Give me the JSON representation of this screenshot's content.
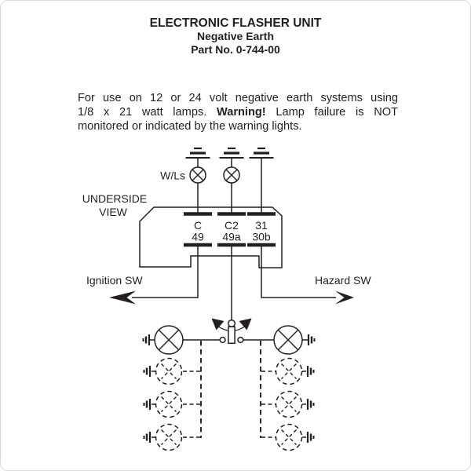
{
  "header": {
    "title": "ELECTRONIC FLASHER UNIT",
    "subtitle": "Negative Earth",
    "part_no": "Part No. 0-744-00"
  },
  "description": {
    "line1": "For use on 12 or 24 volt negative earth systems using",
    "line2_start": "1/8 x 21 watt lamps. ",
    "line2_warning": "Warning!",
    "line2_end": " Lamp failure is NOT",
    "line3": "monitored or indicated by the warning lights."
  },
  "diagram": {
    "warning_lamps_label": "W/Ls",
    "view_label": [
      "UNDERSIDE",
      "VIEW"
    ],
    "ignition_switch_label": "Ignition SW",
    "hazard_switch_label": "Hazard SW",
    "terminals": [
      {
        "name": "C",
        "alt": "49"
      },
      {
        "name": "C2",
        "alt": "49a"
      },
      {
        "name": "31",
        "alt": "30b"
      }
    ]
  },
  "colors": {
    "ink": "#231f20",
    "paper": "#ffffff",
    "frame": "#d8d8d8"
  }
}
